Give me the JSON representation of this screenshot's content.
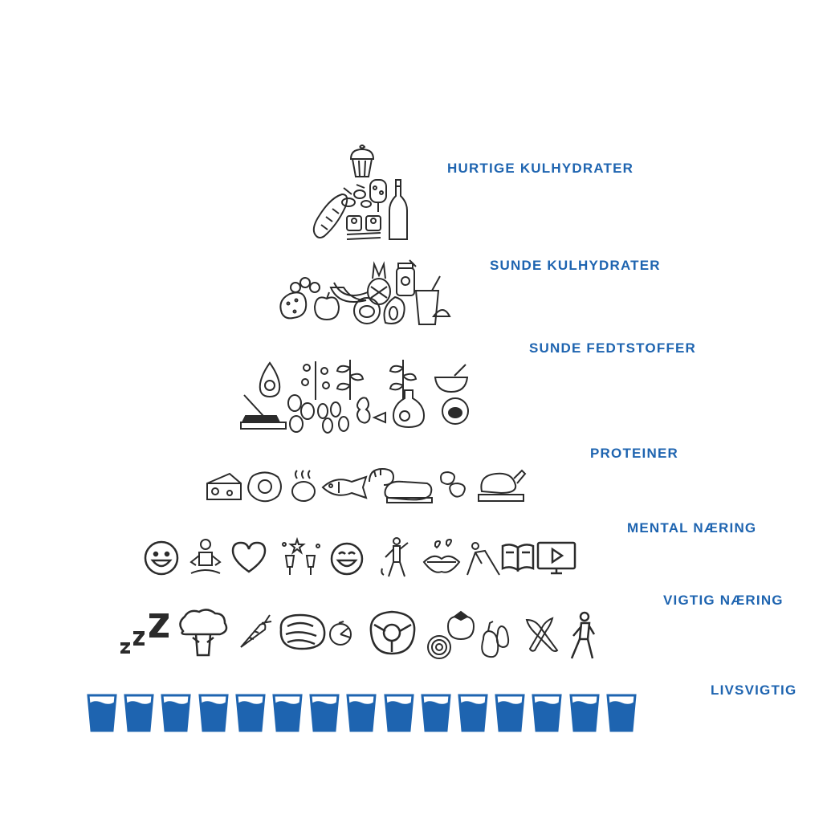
{
  "pyramid": {
    "colors": {
      "label": "#1e64b0",
      "water": "#1e64b0",
      "icon_stroke": "#2b2b2b"
    },
    "tiers": [
      {
        "label": "HURTIGE KULHYDRATER",
        "icons": [
          "cupcake-icon",
          "bread-icon",
          "candy-icon",
          "ice-cream-icon",
          "sushi-icon",
          "chopsticks-icon",
          "bottle-icon"
        ]
      },
      {
        "label": "SUNDE KULHYDRATER",
        "icons": [
          "berries-icon",
          "potato-icon",
          "apple-icon",
          "banana-icon",
          "pineapple-icon",
          "jar-icon",
          "coconut-icon",
          "papaya-icon",
          "juice-glass-icon"
        ]
      },
      {
        "label": "SUNDE FEDTSTOFFER",
        "icons": [
          "avocado-icon",
          "herb-plant-icon",
          "herb-plant-icon",
          "herb-plant-icon",
          "mortar-icon",
          "cutting-board-icon",
          "nuts-icon",
          "almonds-icon",
          "peanut-icon",
          "oil-bottle-icon",
          "coconut-icon"
        ]
      },
      {
        "label": "PROTEINER",
        "icons": [
          "cheese-icon",
          "fried-egg-icon",
          "boiled-egg-icon",
          "fish-icon",
          "shrimp-icon",
          "steak-icon",
          "beans-icon",
          "roast-chicken-icon"
        ]
      },
      {
        "label": "MENTAL NÆRING",
        "icons": [
          "smiley-icon",
          "meditation-icon",
          "heart-icon",
          "celebration-icon",
          "laughing-face-icon",
          "dancer-icon",
          "kiss-lips-icon",
          "yoga-icon",
          "book-icon",
          "video-screen-icon"
        ]
      },
      {
        "label": "VIGTIG NÆRING",
        "icons": [
          "sleep-zzz-icon",
          "broccoli-icon",
          "carrot-icon",
          "cabbage-icon",
          "orange-icon",
          "cauliflower-icon",
          "onion-icon",
          "tomato-icon",
          "eggplant-icon",
          "chili-pepper-icon",
          "walking-person-icon"
        ]
      },
      {
        "label": "LIVSVIGTIG",
        "icons": [
          "water-glass-icon"
        ],
        "water_glass_count": 15
      }
    ]
  }
}
